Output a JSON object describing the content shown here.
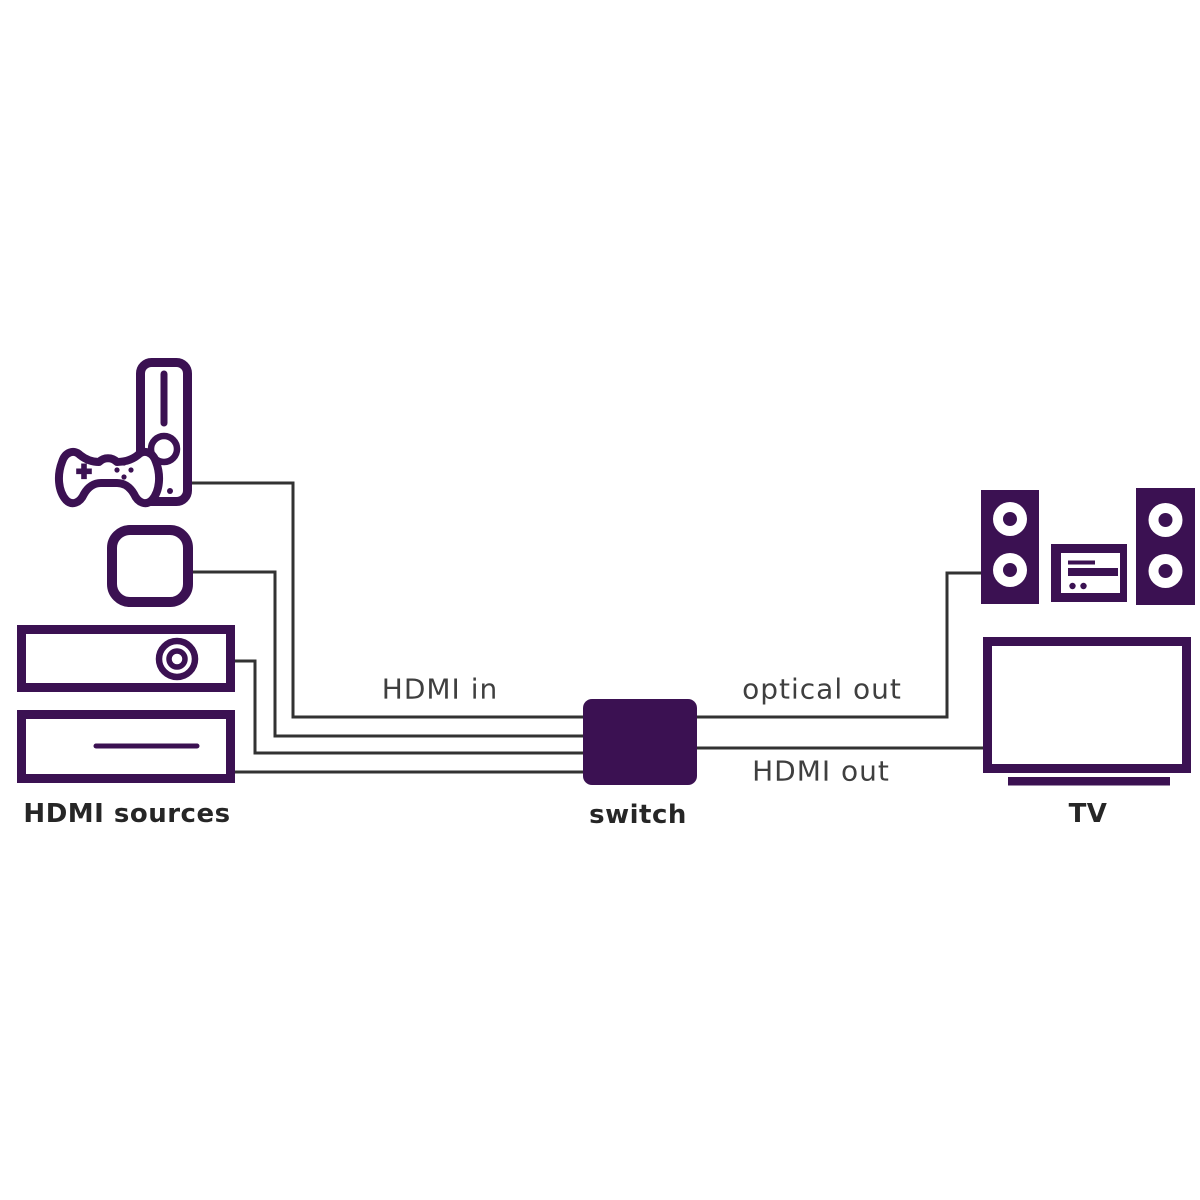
{
  "labels": {
    "hdmi_in": "HDMI in",
    "optical_out": "optical out",
    "hdmi_out": "HDMI out",
    "sources_caption": "HDMI sources",
    "switch_caption": "switch",
    "tv_caption": "TV"
  },
  "colors": {
    "accent_purple": "#3b1152",
    "connector_line": "#323232",
    "connection_label_text": "#3f3f3f",
    "caption_text": "#262626",
    "background": "#ffffff"
  },
  "icons": {
    "source_1": "game-console-with-controller-icon",
    "source_2": "streaming-box-icon",
    "source_3": "dvd-player-icon",
    "source_4": "media-player-icon",
    "hub": "hdmi-switch-box",
    "audio": "stereo-system-icon",
    "display": "tv-icon"
  },
  "connections": [
    {
      "from": "game-console",
      "to": "switch",
      "group_label": "HDMI in"
    },
    {
      "from": "streaming-box",
      "to": "switch",
      "group_label": "HDMI in"
    },
    {
      "from": "dvd-player",
      "to": "switch",
      "group_label": "HDMI in"
    },
    {
      "from": "media-player",
      "to": "switch",
      "group_label": "HDMI in"
    },
    {
      "from": "switch",
      "to": "stereo-system",
      "label": "optical out"
    },
    {
      "from": "switch",
      "to": "tv",
      "label": "HDMI out"
    }
  ]
}
